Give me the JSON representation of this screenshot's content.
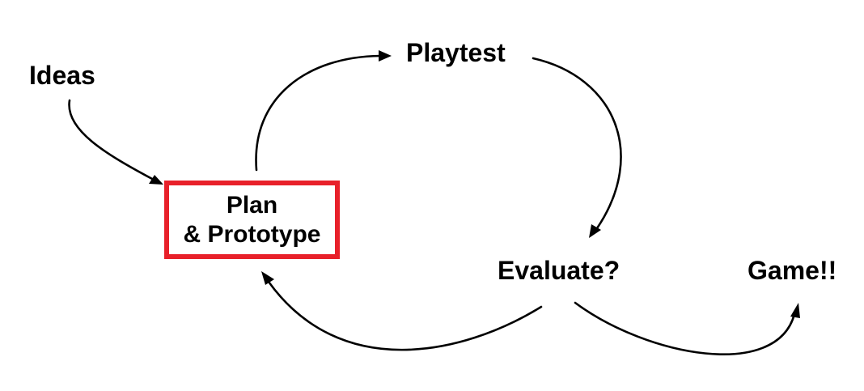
{
  "nodes": {
    "ideas": "Ideas",
    "plan": {
      "line1": "Plan",
      "line2": "& Prototype"
    },
    "playtest": "Playtest",
    "evaluate": "Evaluate?",
    "game": "Game!!"
  },
  "colors": {
    "highlight_border": "#e8202a",
    "ink": "#000000",
    "background": "#ffffff"
  },
  "edges": [
    {
      "from": "ideas",
      "to": "plan"
    },
    {
      "from": "plan",
      "to": "playtest"
    },
    {
      "from": "playtest",
      "to": "evaluate"
    },
    {
      "from": "evaluate",
      "to": "plan"
    },
    {
      "from": "evaluate",
      "to": "game"
    }
  ]
}
